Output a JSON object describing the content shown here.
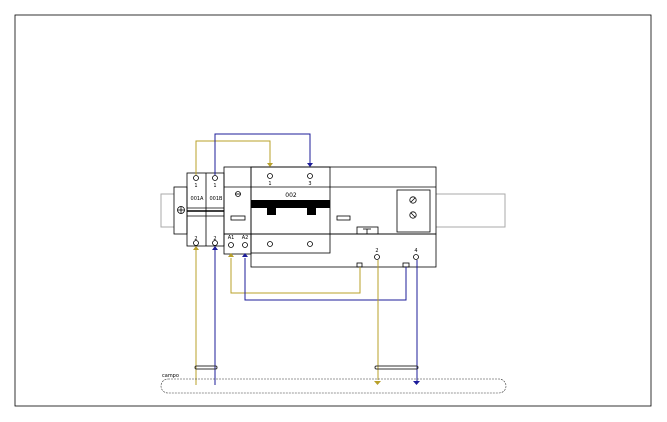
{
  "module_a": {
    "label": "001A",
    "top_terminal": "1",
    "bottom_terminal": "2"
  },
  "module_b": {
    "label": "001B",
    "top_terminal": "1",
    "bottom_terminal": "2"
  },
  "breaker": {
    "label": "002",
    "terminal_1": "1",
    "terminal_3": "3",
    "coil_a1": "A1",
    "coil_a2": "A2"
  },
  "aux": {
    "terminal_2": "2",
    "terminal_4": "4"
  },
  "field": {
    "label": "campo"
  },
  "colors": {
    "phase": "#b8a02a",
    "neutral": "#1c1c9a",
    "aux": "#aaaaaa"
  }
}
